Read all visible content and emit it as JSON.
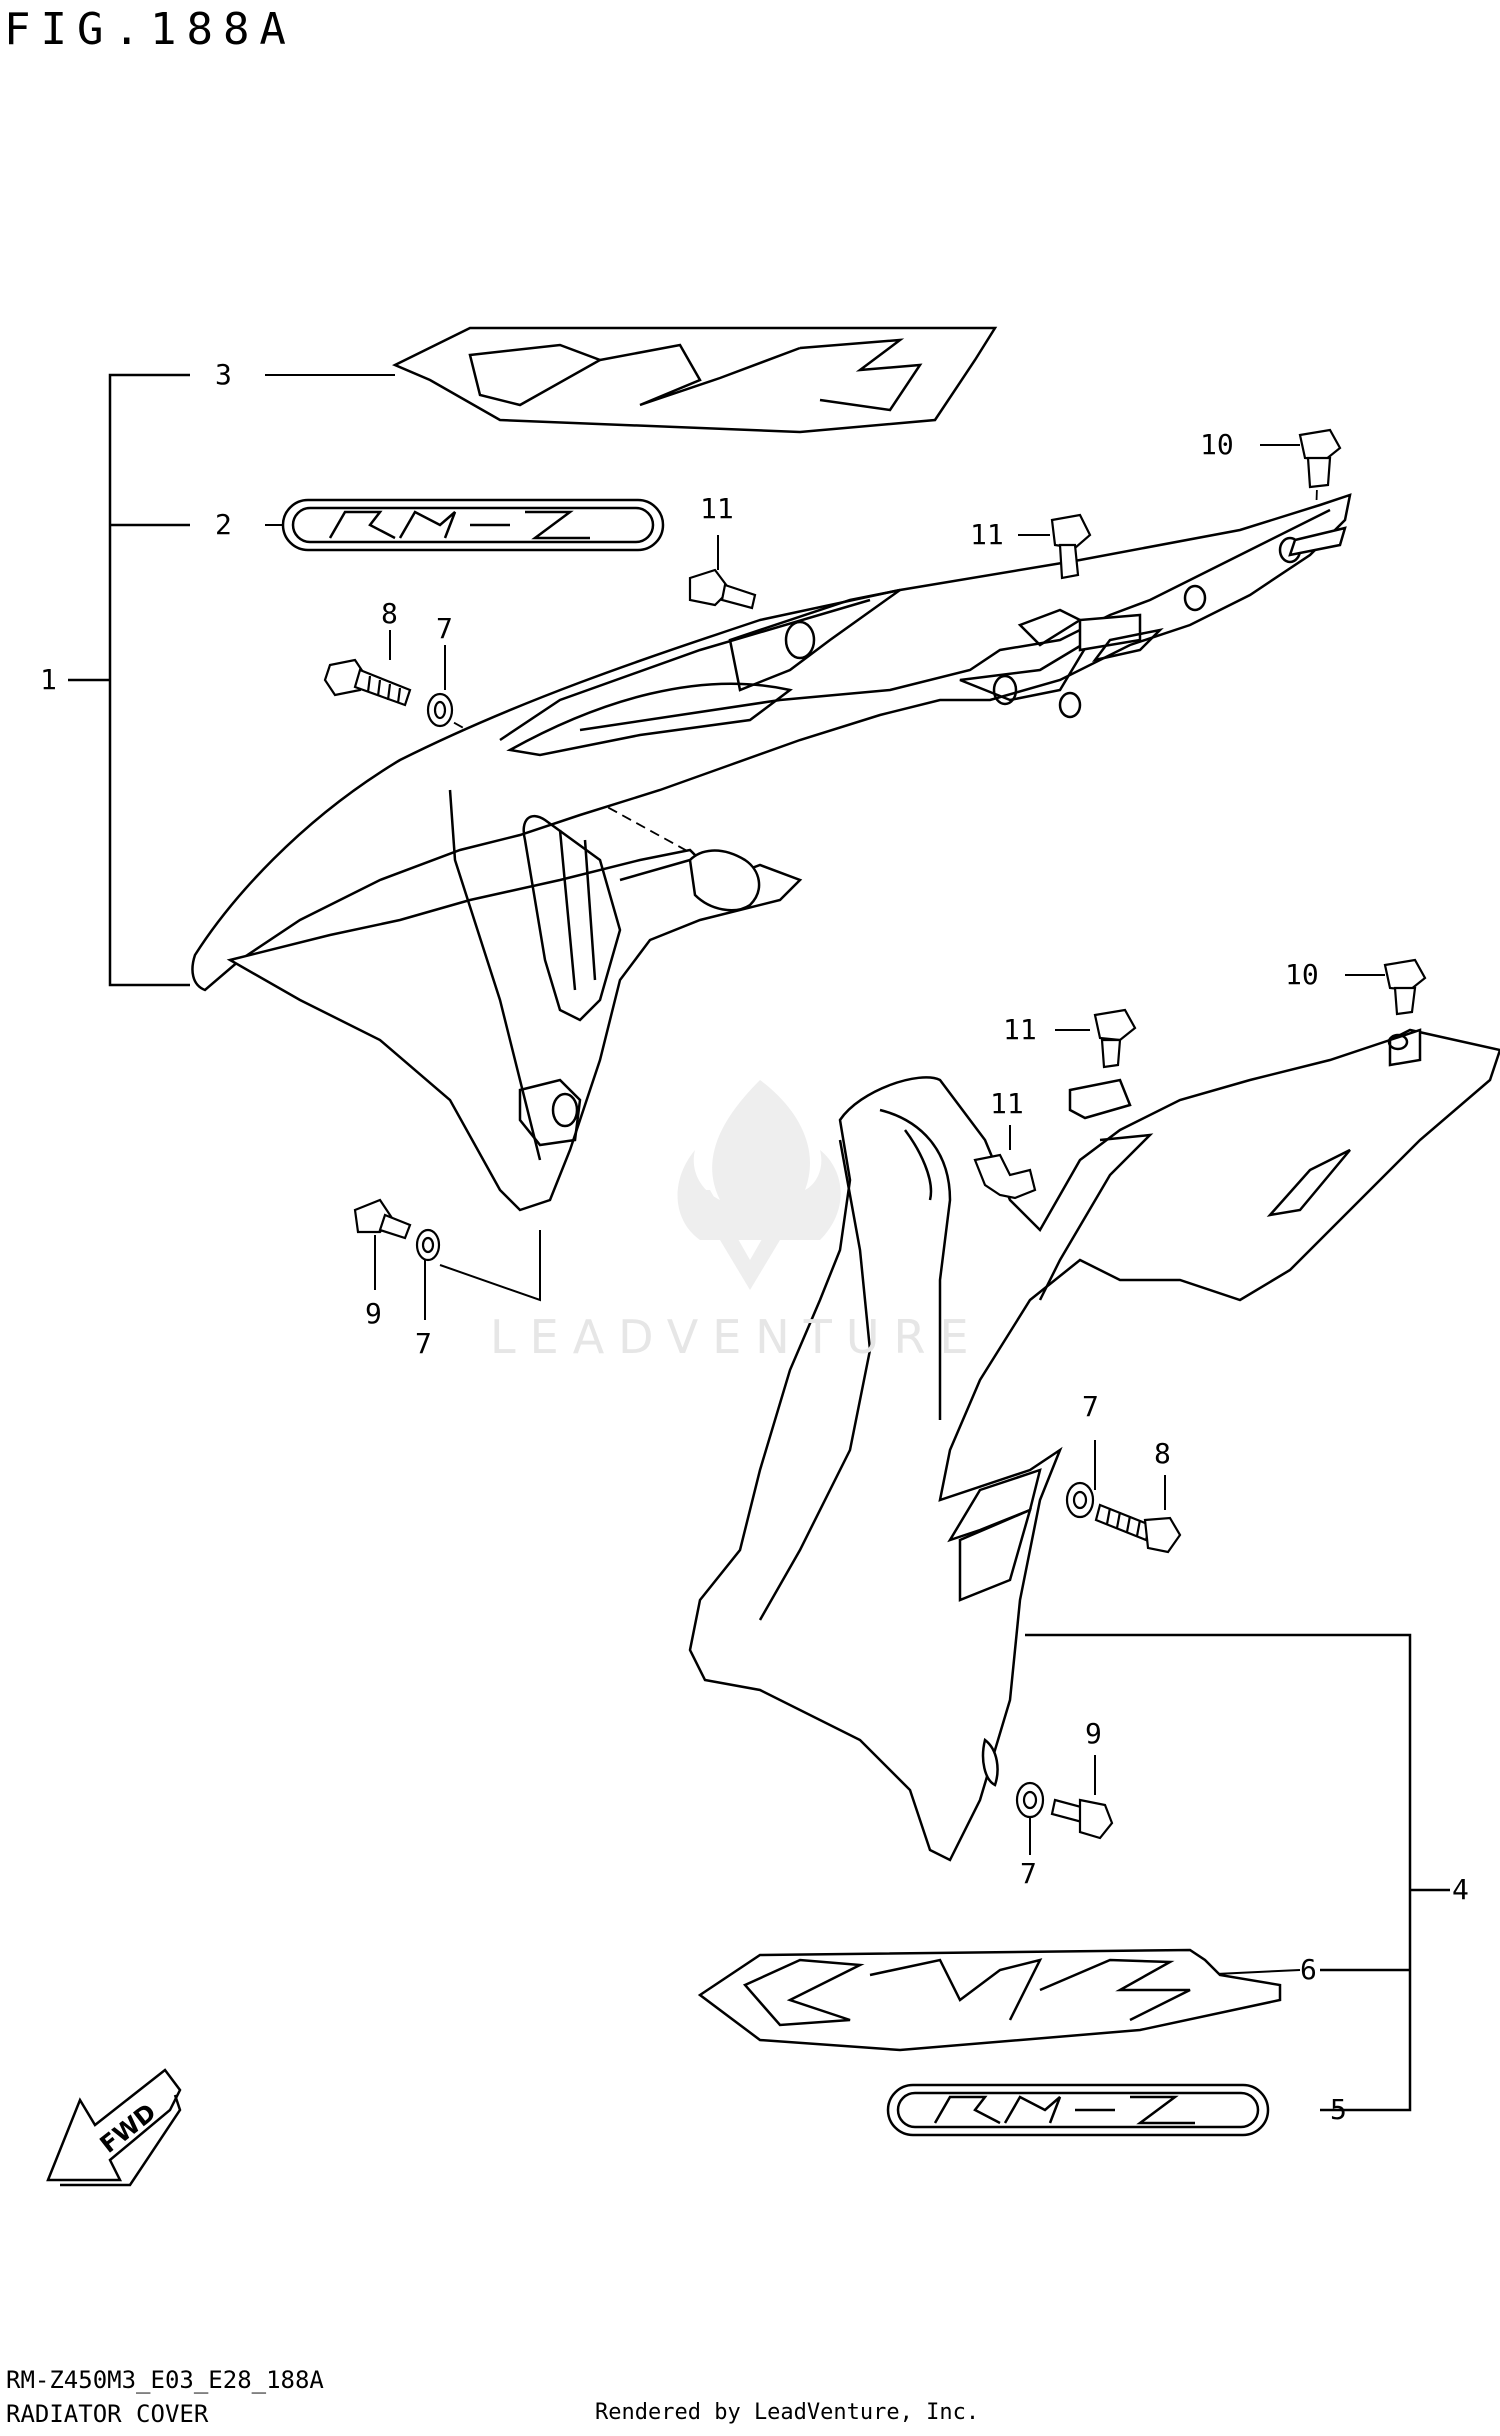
{
  "figure_title": "FIG.188A",
  "callouts": {
    "c1": "1",
    "c2": "2",
    "c3": "3",
    "c4": "4",
    "c5": "5",
    "c6": "6",
    "c7a": "7",
    "c7b": "7",
    "c7c": "7",
    "c7d": "7",
    "c8a": "8",
    "c8b": "8",
    "c9a": "9",
    "c9b": "9",
    "c10a": "10",
    "c10b": "10",
    "c11a": "11",
    "c11b": "11",
    "c11c": "11",
    "c11d": "11"
  },
  "decals": {
    "logo_small_top": "RM-Z",
    "logo_large_top": "RMZ",
    "logo_small_bottom": "RM-Z",
    "logo_large_bottom": "RMZ"
  },
  "fwd_label": "FWD",
  "watermark": "LEADVENTURE",
  "footer": {
    "model_code": "RM-Z450M3_E03_E28_188A",
    "section_name": "RADIATOR COVER",
    "rendered_by": "Rendered by LeadVenture, Inc."
  }
}
